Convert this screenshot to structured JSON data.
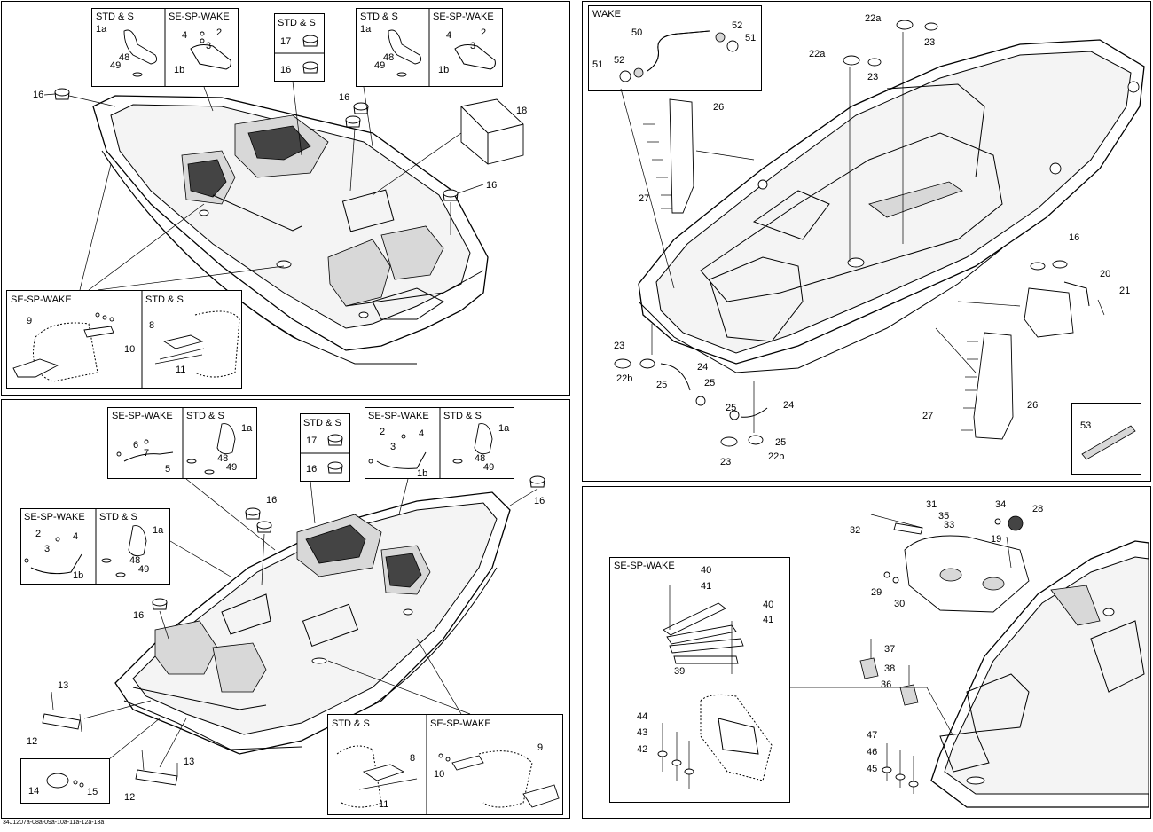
{
  "document_code": "34J1207a-08a-09a-10a-11a-12a-13a",
  "panels": {
    "top_left": {
      "boxes": [
        {
          "left_header": "STD & S",
          "right_header": "SE-SP-WAKE",
          "left_labels": [
            "1a",
            "48",
            "49"
          ],
          "right_labels": [
            "4",
            "2",
            "3",
            "1b"
          ]
        },
        {
          "left_header": "STD & S",
          "right_header": "SE-SP-WAKE",
          "left_labels": [
            "1a",
            "48",
            "49"
          ],
          "right_labels": [
            "4",
            "2",
            "3",
            "1b"
          ]
        },
        {
          "header": "STD & S",
          "labels": [
            "17",
            "16"
          ]
        },
        {
          "left_header": "SE-SP-WAKE",
          "right_header": "STD & S",
          "left_labels": [
            "9",
            "10"
          ],
          "right_labels": [
            "8",
            "11"
          ]
        }
      ],
      "callouts": [
        "16",
        "16",
        "16",
        "18"
      ]
    },
    "bottom_left": {
      "boxes": [
        {
          "left_header": "SE-SP-WAKE",
          "right_header": "STD & S",
          "left_labels": [
            "6",
            "7",
            "5"
          ],
          "right_labels": [
            "1a",
            "48",
            "49"
          ]
        },
        {
          "header": "STD & S",
          "labels": [
            "17",
            "16"
          ]
        },
        {
          "left_header": "SE-SP-WAKE",
          "right_header": "STD & S",
          "left_labels": [
            "2",
            "3",
            "4",
            "1b"
          ],
          "right_labels": [
            "1a",
            "48",
            "49"
          ]
        },
        {
          "left_header": "SE-SP-WAKE",
          "right_header": "STD & S",
          "left_labels": [
            "2",
            "3",
            "4",
            "1b"
          ],
          "right_labels": [
            "1a",
            "48",
            "49"
          ]
        },
        {
          "left_header": "STD & S",
          "right_header": "SE-SP-WAKE",
          "left_labels": [
            "8",
            "11"
          ],
          "right_labels": [
            "9",
            "10"
          ]
        }
      ],
      "callouts": [
        "16",
        "16",
        "16",
        "13",
        "12",
        "13",
        "12",
        "14",
        "15"
      ]
    },
    "top_right": {
      "wake_box": {
        "header": "WAKE",
        "labels": [
          "50",
          "52",
          "51",
          "51",
          "52"
        ]
      },
      "callouts": [
        "22a",
        "23",
        "22a",
        "23",
        "26",
        "27",
        "16",
        "20",
        "21",
        "23",
        "22b",
        "25",
        "24",
        "25",
        "24",
        "25",
        "25",
        "23",
        "22b",
        "27",
        "26",
        "53"
      ]
    },
    "bottom_right": {
      "box": {
        "header": "SE-SP-WAKE",
        "labels": [
          "40",
          "41",
          "40",
          "41",
          "39",
          "44",
          "43",
          "42"
        ]
      },
      "callouts": [
        "31",
        "35",
        "32",
        "33",
        "34",
        "28",
        "19",
        "29",
        "30",
        "37",
        "38",
        "36",
        "47",
        "46",
        "45"
      ]
    }
  }
}
